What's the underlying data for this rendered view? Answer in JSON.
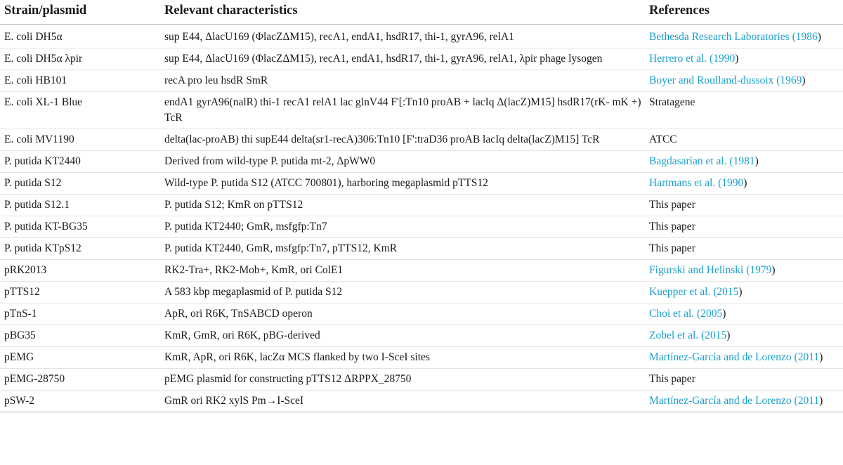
{
  "headers": [
    "Strain/plasmid",
    "Relevant characteristics",
    "References"
  ],
  "rows": [
    {
      "strain": "E. coli DH5α",
      "chars": "sup E44, ΔlacU169 (ΦlacZΔM15), recA1, endA1, hsdR17, thi-1, gyrA96, relA1",
      "ref_pre": "Bethesda Research Laboratories (",
      "ref_year": "1986",
      "ref_post": ")",
      "linked": true
    },
    {
      "strain": "E. coli DH5α λpir",
      "chars": "sup E44, ΔlacU169 (ΦlacZΔM15), recA1, endA1, hsdR17, thi-1, gyrA96, relA1, λpir phage lysogen",
      "ref_pre": "Herrero et al. (",
      "ref_year": "1990",
      "ref_post": ")",
      "linked": true
    },
    {
      "strain": "E. coli HB101",
      "chars": "recA pro leu hsdR SmR",
      "ref_pre": "Boyer and Roulland-dussoix (",
      "ref_year": "1969",
      "ref_post": ")",
      "linked": true
    },
    {
      "strain": "E. coli XL-1 Blue",
      "chars": "endA1 gyrA96(nalR) thi-1 recA1 relA1 lac glnV44 F'[:Tn10 proAB + lacIq Δ(lacZ)M15] hsdR17(rK- mK +) TcR",
      "ref_pre": "Stratagene",
      "ref_year": "",
      "ref_post": "",
      "linked": false
    },
    {
      "strain": "E. coli MV1190",
      "chars": "delta(lac-proAB) thi supE44 delta(sr1-recA)306:Tn10 [F':traD36 proAB lacIq delta(lacZ)M15] TcR",
      "ref_pre": "ATCC",
      "ref_year": "",
      "ref_post": "",
      "linked": false
    },
    {
      "strain": "P. putida KT2440",
      "chars": "Derived from wild-type P. putida mt-2, ΔpWW0",
      "ref_pre": "Bagdasarian et al. (",
      "ref_year": "1981",
      "ref_post": ")",
      "linked": true
    },
    {
      "strain": "P. putida S12",
      "chars": "Wild-type P. putida S12 (ATCC 700801), harboring megaplasmid pTTS12",
      "ref_pre": "Hartmans et al. (",
      "ref_year": "1990",
      "ref_post": ")",
      "linked": true
    },
    {
      "strain": "P. putida S12.1",
      "chars": "P. putida S12; KmR on pTTS12",
      "ref_pre": "This paper",
      "ref_year": "",
      "ref_post": "",
      "linked": false
    },
    {
      "strain": "P. putida KT-BG35",
      "chars": "P. putida KT2440; GmR, msfgfp:Tn7",
      "ref_pre": "This paper",
      "ref_year": "",
      "ref_post": "",
      "linked": false
    },
    {
      "strain": "P. putida KTpS12",
      "chars": "P. putida KT2440, GmR, msfgfp:Tn7, pTTS12, KmR",
      "ref_pre": "This paper",
      "ref_year": "",
      "ref_post": "",
      "linked": false
    },
    {
      "strain": "pRK2013",
      "chars": "RK2-Tra+, RK2-Mob+, KmR, ori ColE1",
      "ref_pre": "Figurski and Helinski (",
      "ref_year": "1979",
      "ref_post": ")",
      "linked": true
    },
    {
      "strain": "pTTS12",
      "chars": "A 583 kbp megaplasmid of P. putida S12",
      "ref_pre": "Kuepper et al. (",
      "ref_year": "2015",
      "ref_post": ")",
      "linked": true
    },
    {
      "strain": "pTnS-1",
      "chars": "ApR, ori R6K, TnSABCD operon",
      "ref_pre": "Choi et al. (",
      "ref_year": "2005",
      "ref_post": ")",
      "linked": true
    },
    {
      "strain": "pBG35",
      "chars": "KmR, GmR, ori R6K, pBG-derived",
      "ref_pre": "Zobel et al. (",
      "ref_year": "2015",
      "ref_post": ")",
      "linked": true
    },
    {
      "strain": "pEMG",
      "chars": "KmR, ApR, ori R6K, lacZα MCS flanked by two I-SceI sites",
      "ref_pre": "Martínez-García and de Lorenzo (",
      "ref_year": "2011",
      "ref_post": ")",
      "linked": true
    },
    {
      "strain": "pEMG-28750",
      "chars": "pEMG plasmid for constructing pTTS12 ΔRPPX_28750",
      "ref_pre": "This paper",
      "ref_year": "",
      "ref_post": "",
      "linked": false
    },
    {
      "strain": "pSW-2",
      "chars": "GmR ori RK2 xylS Pm→I-SceI",
      "ref_pre": "Martínez-García and de Lorenzo (",
      "ref_year": "2011",
      "ref_post": ")",
      "linked": true
    }
  ],
  "colors": {
    "link": "#1a9fcb",
    "text": "#1a1a1a",
    "rule": "#b9b9b9"
  }
}
